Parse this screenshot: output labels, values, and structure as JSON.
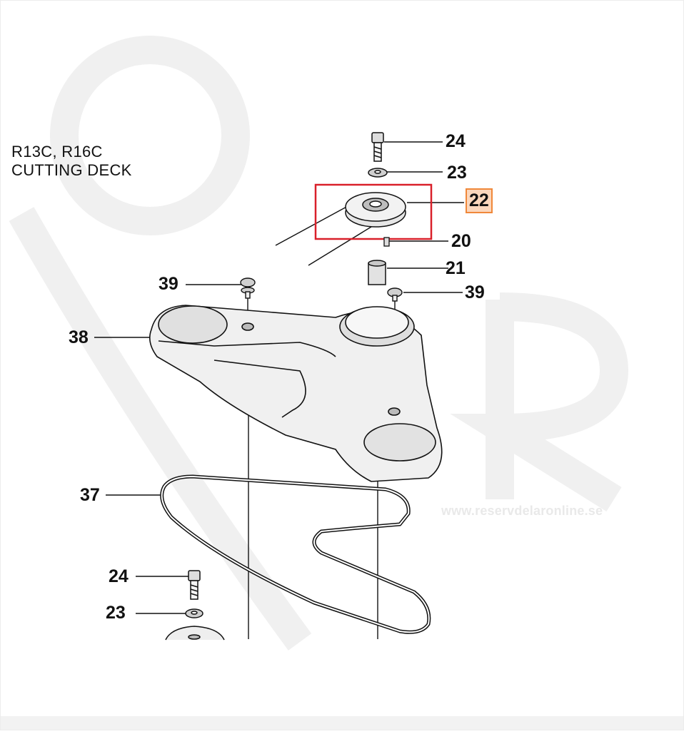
{
  "diagram": {
    "title_line1": "R13C, R16C",
    "title_line2": "CUTTING DECK",
    "watermark": "www.reservdelaronline.se",
    "selected_part": "22",
    "callouts": {
      "bolt_top": "24",
      "washer_top": "23",
      "pulley_selected": "22",
      "key": "20",
      "spacer": "21",
      "screw_left": "39",
      "screw_right": "39",
      "belt_cover": "38",
      "belt": "37",
      "bolt_bottom": "24",
      "washer_bottom": "23"
    },
    "colors": {
      "highlight_frame": "#d9202a",
      "selected_badge_fill": "#fbd7bd",
      "selected_badge_border": "#f0883a",
      "line": "#111111"
    }
  }
}
